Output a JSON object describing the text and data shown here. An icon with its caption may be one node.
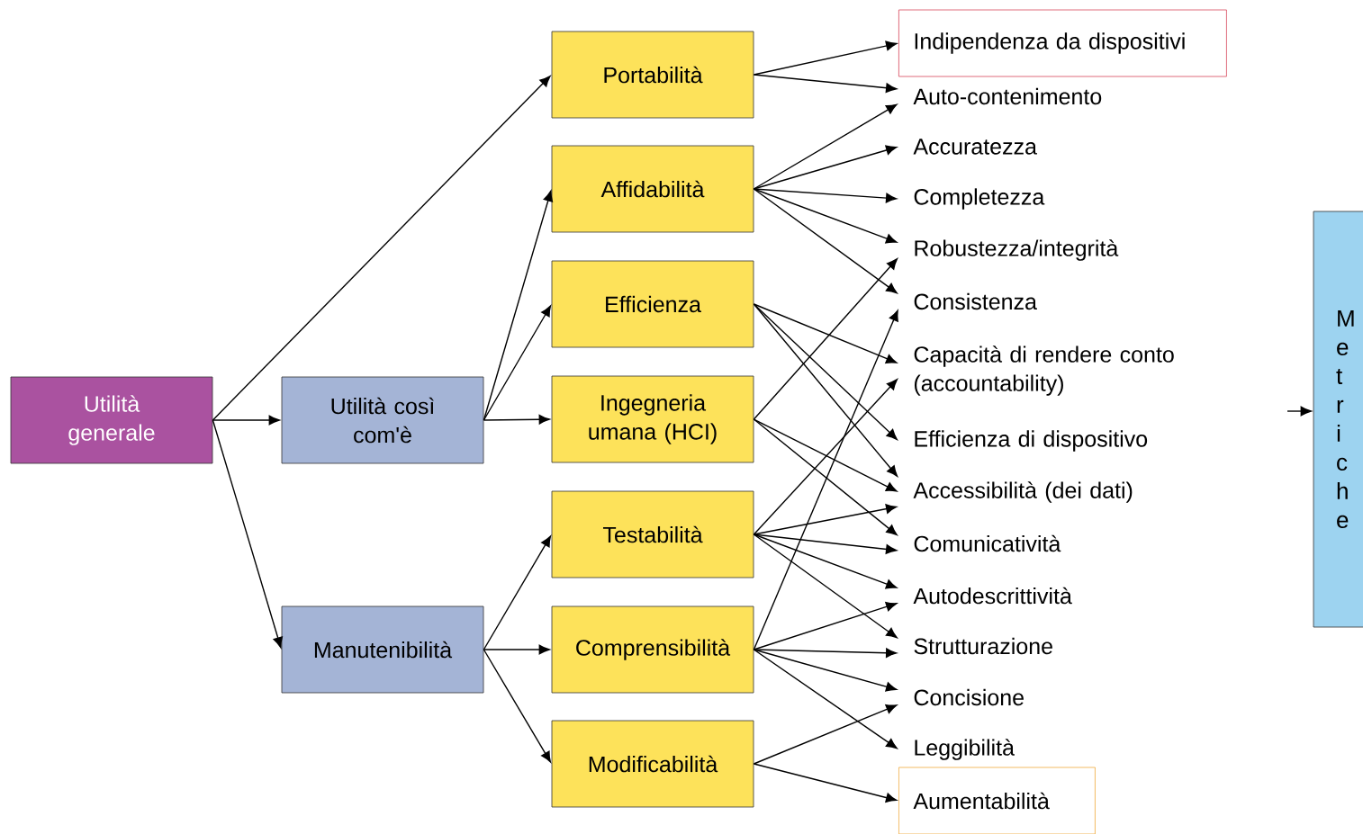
{
  "diagram": {
    "nodes": [
      {
        "text": [
          "Utilità generale"
        ]
      },
      {
        "text": [
          "Utilità così com'è"
        ]
      },
      {
        "text": [
          "Manutenibilità"
        ]
      },
      {
        "text": [
          "Portabilità"
        ]
      },
      {
        "text": [
          "Affidabilità"
        ]
      },
      {
        "text": [
          "Efficienza"
        ]
      },
      {
        "text": [
          "Ingegneria umana (HCI)"
        ]
      },
      {
        "text": [
          "Testabilità"
        ]
      },
      {
        "text": [
          "Comprensibilità"
        ]
      },
      {
        "text": [
          "Modificabilità"
        ]
      },
      {
        "text": [
          "Indipendenza da dispositivi"
        ]
      },
      {
        "text": [
          "Auto-contenimento"
        ]
      },
      {
        "text": [
          "Accuratezza"
        ]
      },
      {
        "text": [
          "Completezza"
        ]
      },
      {
        "text": [
          "Robustezza/integrità"
        ]
      },
      {
        "text": [
          "Consistenza"
        ]
      },
      {
        "text": [
          "Capacità di rendere conto (accountability)"
        ]
      },
      {
        "text": [
          "Efficienza di dispositivo"
        ]
      },
      {
        "text": [
          "Accessibilità (dei dati)"
        ]
      },
      {
        "text": [
          "Comunicatività"
        ]
      },
      {
        "text": [
          "Autodescrittività"
        ]
      },
      {
        "text": [
          "Strutturazione"
        ]
      },
      {
        "text": [
          "Concisione"
        ]
      },
      {
        "text": [
          "Leggibilità"
        ]
      },
      {
        "text": [
          "Aumentabilità"
        ]
      },
      {
        "text": [
          "Metriche"
        ]
      }
    ],
    "edges": [
      {
        "from": 0,
        "to": 3,
        "arrow": "to"
      },
      {
        "from": 0,
        "to": 1,
        "arrow": "to"
      },
      {
        "from": 0,
        "to": 2,
        "arrow": "to"
      },
      {
        "from": 1,
        "to": 4,
        "arrow": "to"
      },
      {
        "from": 1,
        "to": 5,
        "arrow": "to"
      },
      {
        "from": 1,
        "to": 6,
        "arrow": "to"
      },
      {
        "from": 2,
        "to": 7,
        "arrow": "to"
      },
      {
        "from": 2,
        "to": 8,
        "arrow": "to"
      },
      {
        "from": 2,
        "to": 9,
        "arrow": "to"
      },
      {
        "from": 3,
        "to": 10,
        "arrow": "to"
      },
      {
        "from": 3,
        "to": 11,
        "arrow": "to"
      },
      {
        "from": 4,
        "to": 11,
        "arrow": "to"
      },
      {
        "from": 4,
        "to": 12,
        "arrow": "to"
      },
      {
        "from": 4,
        "to": 13,
        "arrow": "to"
      },
      {
        "from": 4,
        "to": 14,
        "arrow": "to"
      },
      {
        "from": 4,
        "to": 15,
        "arrow": "to"
      },
      {
        "from": 5,
        "to": 16,
        "arrow": "to"
      },
      {
        "from": 5,
        "to": 17,
        "arrow": "to"
      },
      {
        "from": 5,
        "to": 18,
        "arrow": "to"
      },
      {
        "from": 6,
        "to": 14,
        "arrow": "to"
      },
      {
        "from": 6,
        "to": 18,
        "arrow": "to"
      },
      {
        "from": 6,
        "to": 19,
        "arrow": "to"
      },
      {
        "from": 7,
        "to": 16,
        "arrow": "to"
      },
      {
        "from": 7,
        "to": 18,
        "arrow": "to"
      },
      {
        "from": 7,
        "to": 19,
        "arrow": "to"
      },
      {
        "from": 7,
        "to": 20,
        "arrow": "to"
      },
      {
        "from": 7,
        "to": 21,
        "arrow": "to"
      },
      {
        "from": 8,
        "to": 15,
        "arrow": "to"
      },
      {
        "from": 8,
        "to": 20,
        "arrow": "to"
      },
      {
        "from": 8,
        "to": 21,
        "arrow": "to"
      },
      {
        "from": 8,
        "to": 22,
        "arrow": "to"
      },
      {
        "from": 8,
        "to": 23,
        "arrow": "to"
      },
      {
        "from": 9,
        "to": 22,
        "arrow": "to"
      },
      {
        "from": 9,
        "to": 24,
        "arrow": "to"
      },
      {
        "from": null,
        "to": 25,
        "arrow": "to"
      }
    ]
  }
}
